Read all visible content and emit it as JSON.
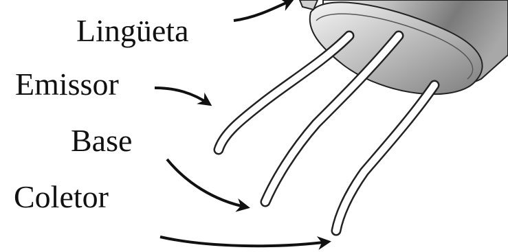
{
  "labels": {
    "lingueta": "Lingüeta",
    "emissor": "Emissor",
    "base": "Base",
    "coletor": "Coletor"
  },
  "colors": {
    "ink": "#111111",
    "background": "#ffffff",
    "metal_dark": "#6e6e6e",
    "metal_light": "#e6e6e6"
  }
}
